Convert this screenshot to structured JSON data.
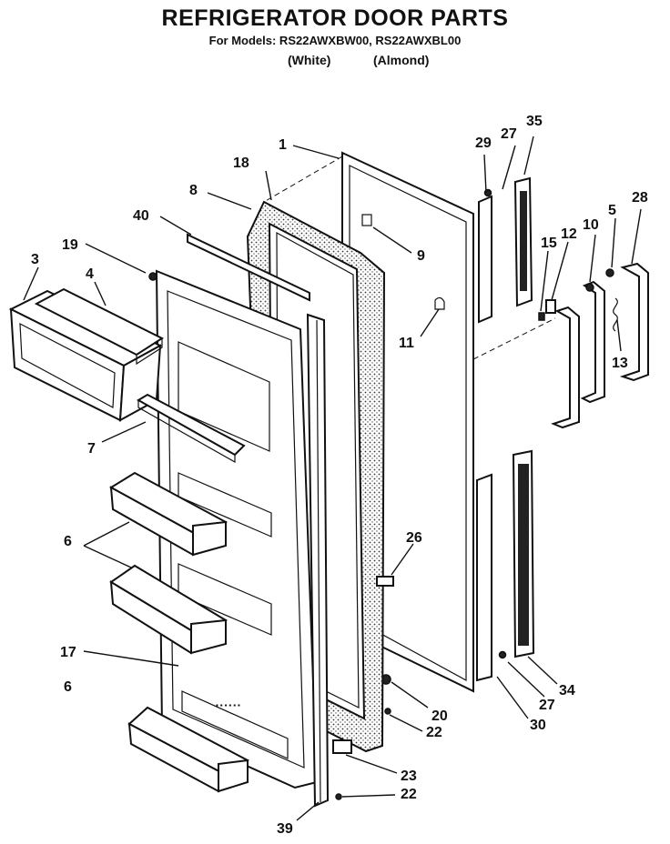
{
  "header": {
    "title": "REFRIGERATOR DOOR PARTS",
    "models_label": "For Models: RS22AWXBW00, RS22AWXBL00",
    "variant_white": "(White)",
    "variant_almond": "(Almond)"
  },
  "callouts": [
    {
      "id": "c1",
      "text": "1"
    },
    {
      "id": "c3",
      "text": "3"
    },
    {
      "id": "c4",
      "text": "4"
    },
    {
      "id": "c5",
      "text": "5"
    },
    {
      "id": "c6a",
      "text": "6"
    },
    {
      "id": "c6b",
      "text": "6"
    },
    {
      "id": "c7",
      "text": "7"
    },
    {
      "id": "c8",
      "text": "8"
    },
    {
      "id": "c9",
      "text": "9"
    },
    {
      "id": "c10",
      "text": "10"
    },
    {
      "id": "c11",
      "text": "11"
    },
    {
      "id": "c12",
      "text": "12"
    },
    {
      "id": "c13",
      "text": "13"
    },
    {
      "id": "c15",
      "text": "15"
    },
    {
      "id": "c17",
      "text": "17"
    },
    {
      "id": "c18",
      "text": "18"
    },
    {
      "id": "c19",
      "text": "19"
    },
    {
      "id": "c20",
      "text": "20"
    },
    {
      "id": "c22a",
      "text": "22"
    },
    {
      "id": "c22b",
      "text": "22"
    },
    {
      "id": "c23",
      "text": "23"
    },
    {
      "id": "c26",
      "text": "26"
    },
    {
      "id": "c27a",
      "text": "27"
    },
    {
      "id": "c27b",
      "text": "27"
    },
    {
      "id": "c28",
      "text": "28"
    },
    {
      "id": "c29",
      "text": "29"
    },
    {
      "id": "c30",
      "text": "30"
    },
    {
      "id": "c34",
      "text": "34"
    },
    {
      "id": "c35",
      "text": "35"
    },
    {
      "id": "c39",
      "text": "39"
    },
    {
      "id": "c40",
      "text": "40"
    }
  ]
}
